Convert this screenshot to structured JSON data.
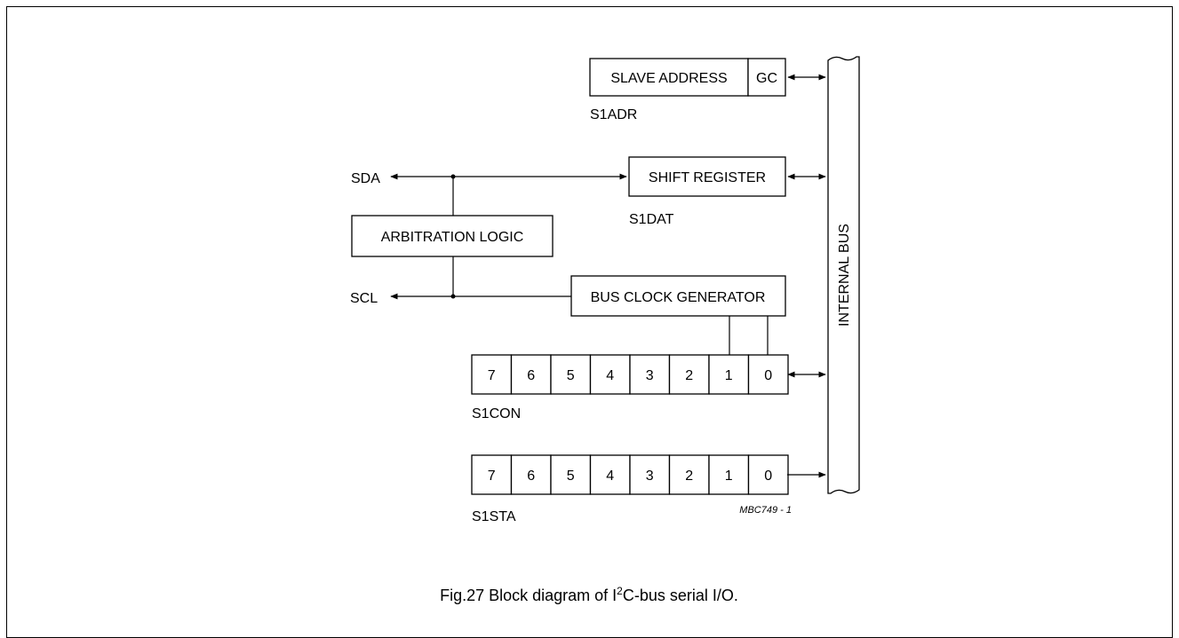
{
  "blocks": {
    "slave_address": "SLAVE ADDRESS",
    "gc": "GC",
    "shift_register": "SHIFT REGISTER",
    "arbitration_logic": "ARBITRATION LOGIC",
    "bus_clock_generator": "BUS CLOCK GENERATOR",
    "internal_bus": "INTERNAL BUS"
  },
  "registers": {
    "s1adr": "S1ADR",
    "s1dat": "S1DAT",
    "s1con": "S1CON",
    "s1sta": "S1STA"
  },
  "pins": {
    "sda": "SDA",
    "scl": "SCL"
  },
  "register_bits": [
    "7",
    "6",
    "5",
    "4",
    "3",
    "2",
    "1",
    "0"
  ],
  "drawing_code": "MBC749 - 1",
  "caption": {
    "prefix": "Fig.27  Block diagram of I",
    "superscript": "2",
    "suffix": "C-bus serial I/O."
  }
}
